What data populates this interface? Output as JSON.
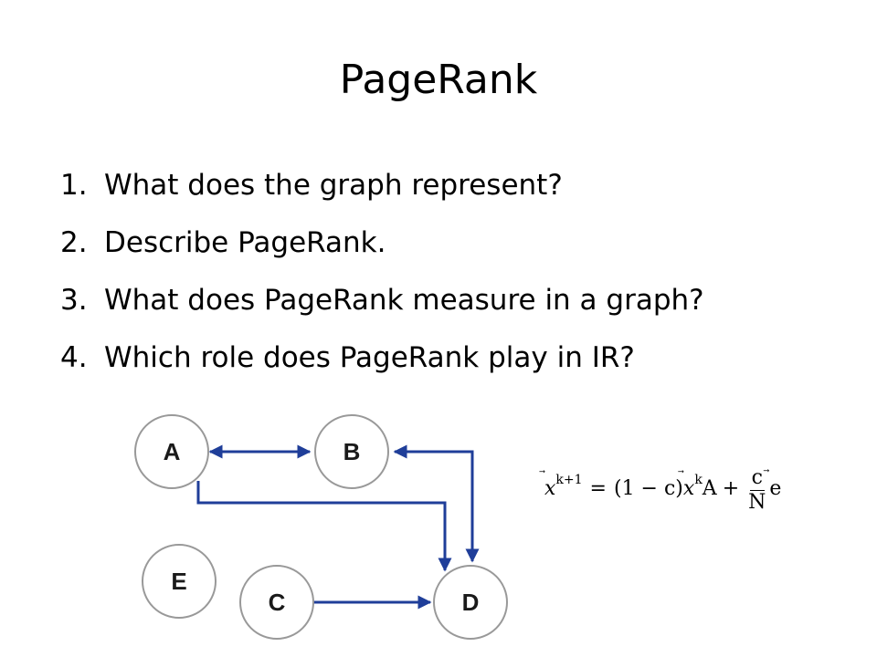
{
  "slide": {
    "title": "PageRank",
    "questions": [
      {
        "num": "1.",
        "text": "What does the graph represent?"
      },
      {
        "num": "2.",
        "text": "Describe PageRank."
      },
      {
        "num": "3.",
        "text": "What does PageRank measure in a graph?"
      },
      {
        "num": "4.",
        "text": "Which role does PageRank play in IR?"
      }
    ]
  },
  "graph": {
    "nodes": [
      "A",
      "B",
      "E",
      "C",
      "D"
    ],
    "edge_color": "#1f3e99",
    "node_border_color": "#999999"
  },
  "formula": {
    "lhs_var": "x",
    "lhs_sup": "k+1",
    "equals": "=",
    "damping": "(1 − c)",
    "rhs_var": "x",
    "rhs_sup": "k",
    "matrix": "A",
    "plus": "+",
    "frac_num": "c",
    "frac_den": "N",
    "vec": "e",
    "arrow": "⃗"
  }
}
